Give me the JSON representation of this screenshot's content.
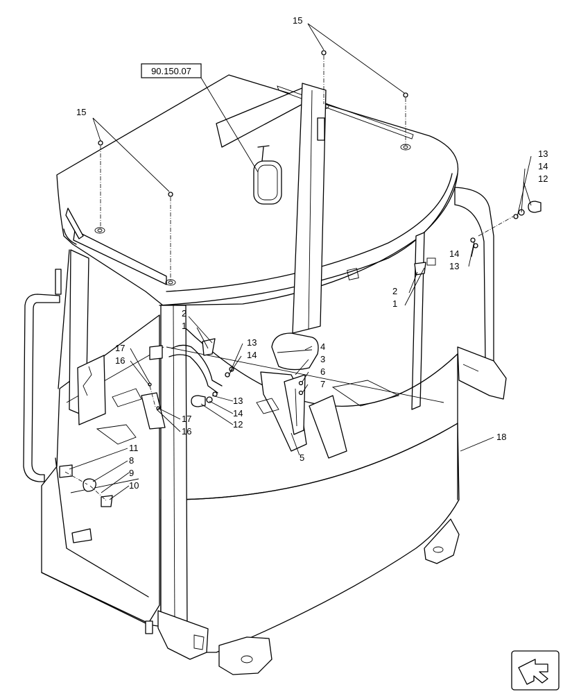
{
  "reference": "90.150.07",
  "callouts": [
    {
      "id": "c15a",
      "text": "15"
    },
    {
      "id": "c15b",
      "text": "15"
    },
    {
      "id": "c13r",
      "text": "13"
    },
    {
      "id": "c14r",
      "text": "14"
    },
    {
      "id": "c12r",
      "text": "12"
    },
    {
      "id": "c14m",
      "text": "14"
    },
    {
      "id": "c13m",
      "text": "13"
    },
    {
      "id": "c2r",
      "text": "2"
    },
    {
      "id": "c1r",
      "text": "1"
    },
    {
      "id": "c2l",
      "text": "2"
    },
    {
      "id": "c1l",
      "text": "1"
    },
    {
      "id": "c13c",
      "text": "13"
    },
    {
      "id": "c14c",
      "text": "14"
    },
    {
      "id": "c4",
      "text": "4"
    },
    {
      "id": "c3",
      "text": "3"
    },
    {
      "id": "c6",
      "text": "6"
    },
    {
      "id": "c7",
      "text": "7"
    },
    {
      "id": "c5",
      "text": "5"
    },
    {
      "id": "c17a",
      "text": "17"
    },
    {
      "id": "c16a",
      "text": "16"
    },
    {
      "id": "c13l",
      "text": "13"
    },
    {
      "id": "c14l",
      "text": "14"
    },
    {
      "id": "c12l",
      "text": "12"
    },
    {
      "id": "c17b",
      "text": "17"
    },
    {
      "id": "c16b",
      "text": "16"
    },
    {
      "id": "c11",
      "text": "11"
    },
    {
      "id": "c8",
      "text": "8"
    },
    {
      "id": "c9",
      "text": "9"
    },
    {
      "id": "c10",
      "text": "10"
    },
    {
      "id": "c18",
      "text": "18"
    }
  ],
  "icons": {
    "corner": "navigation-arrow-icon"
  }
}
